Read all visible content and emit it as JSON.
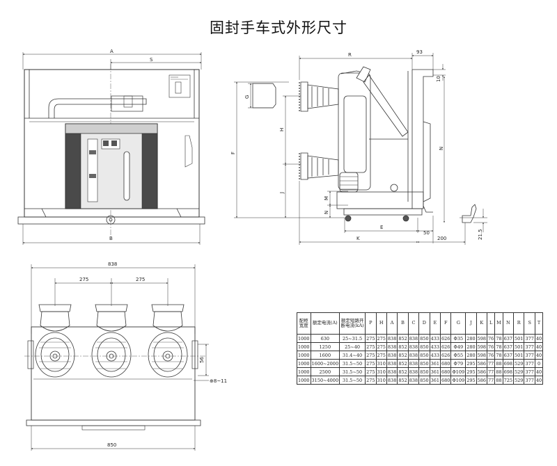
{
  "title": "固封手车式外形尺寸",
  "front_view": {
    "dims": {
      "A": "A",
      "S": "S",
      "B": "B"
    }
  },
  "side_view": {
    "dims": {
      "R": "R",
      "d93": "93",
      "d10": "10",
      "G": "G",
      "H": "H",
      "F": "F",
      "J": "J",
      "M": "M",
      "N_left": "N",
      "N_right": "N",
      "E": "E",
      "d50": "50",
      "K": "K",
      "d200": "200",
      "d215": "21.5"
    }
  },
  "top_view": {
    "dims": {
      "d838": "838",
      "d275a": "275",
      "d275b": "275",
      "d56": "56",
      "slot": "⊕8~11",
      "d850": "850"
    }
  },
  "table": {
    "headers": [
      "配柜宽度",
      "额定电流(A)",
      "额定短路开断电流(kA)",
      "P",
      "H",
      "A",
      "B",
      "C",
      "D",
      "E",
      "F",
      "G",
      "J",
      "K",
      "L",
      "M",
      "N",
      "R",
      "S",
      "T"
    ],
    "rows": [
      [
        "1000",
        "630",
        "25~31.5",
        "275",
        "275",
        "838",
        "852",
        "838",
        "850",
        "433",
        "626",
        "Φ35",
        "280",
        "598",
        "76",
        "78",
        "637",
        "501",
        "377",
        "40"
      ],
      [
        "1000",
        "1250",
        "25~40",
        "275",
        "275",
        "838",
        "852",
        "838",
        "850",
        "433",
        "626",
        "Φ49",
        "280",
        "598",
        "76",
        "78",
        "637",
        "501",
        "377",
        "40"
      ],
      [
        "1000",
        "1600",
        "31.4~40",
        "275",
        "275",
        "838",
        "852",
        "838",
        "850",
        "433",
        "626",
        "Φ55",
        "280",
        "598",
        "76",
        "78",
        "637",
        "501",
        "377",
        "40"
      ],
      [
        "1000",
        "1600~2000",
        "31.5~50",
        "275",
        "310",
        "838",
        "852",
        "838",
        "850",
        "361",
        "680",
        "Φ79",
        "295",
        "586",
        "77",
        "88",
        "698",
        "529",
        "377",
        "0"
      ],
      [
        "1000",
        "2500",
        "31.5~50",
        "275",
        "310",
        "838",
        "852",
        "838",
        "850",
        "361",
        "680",
        "Φ109",
        "295",
        "586",
        "77",
        "88",
        "698",
        "529",
        "377",
        "40"
      ],
      [
        "1000",
        "3150~4000",
        "31.5~50",
        "275",
        "310",
        "838",
        "852",
        "838",
        "850",
        "361",
        "680",
        "Φ109",
        "295",
        "586",
        "77",
        "88",
        "725",
        "529",
        "377",
        "40"
      ]
    ]
  }
}
